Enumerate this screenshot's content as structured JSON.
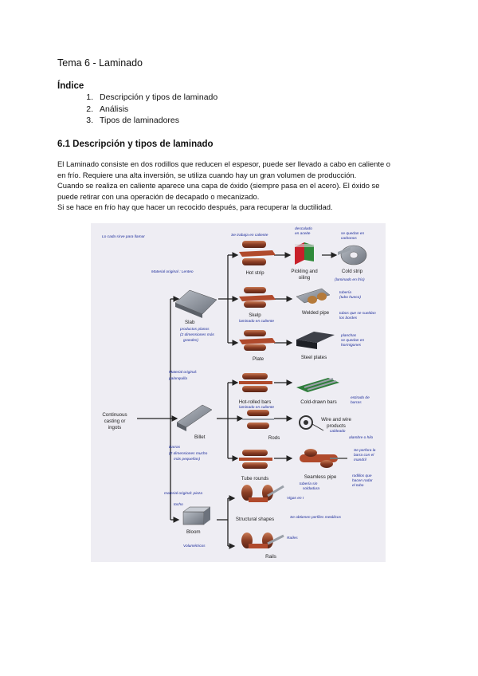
{
  "doc": {
    "title": "Tema  6 - Laminado",
    "index_heading": "Índice",
    "toc": [
      {
        "num": "1.",
        "text": "Descripción y tipos de laminado"
      },
      {
        "num": "2.",
        "text": "Análisis"
      },
      {
        "num": "3.",
        "text": "Tipos de laminadores"
      }
    ],
    "section_heading": "6.1 Descripción y tipos de laminado",
    "paragraph_lines": [
      "El Laminado consiste en dos rodillos que reducen el espesor, puede ser llevado a cabo en caliente o",
      "en frío. Requiere una alta inversión, se utiliza cuando hay un gran volumen de producción.",
      "Cuando se realiza en caliente aparece una capa de óxido (siempre pasa en el acero). El óxido se",
      "puede retirar con una operación de decapado o mecanizado.",
      "Si se hace en frío hay que hacer un recocido después, para recuperar la ductilidad."
    ]
  },
  "figure": {
    "labels": {
      "continuous": [
        "Continuous",
        "casting or",
        "ingots"
      ],
      "slab": "Slab",
      "billet": "Billet",
      "bloom": "Bloom",
      "hot_strip": "Hot strip",
      "pickling": [
        "Pickling and",
        "oiling"
      ],
      "cold_strip": "Cold strip",
      "skelp": "Skelp",
      "welded_pipe": "Welded pipe",
      "plate": "Plate",
      "steel_plates": "Steel plates",
      "hot_rolled_bars": "Hot-rolled bars",
      "cold_drawn_bars": "Cold-drawn bars",
      "rods": "Rods",
      "wire": [
        "Wire and wire",
        "products"
      ],
      "tube_rounds": "Tube rounds",
      "seamless_pipe": "Seamless pipe",
      "structural_shapes": "Structural shapes",
      "rails": "Rails"
    },
    "notes": {
      "top_left": "Lo cada sirve para llamar",
      "hot_work": "Se trabaja en caliente",
      "descaled": [
        "descalado",
        "en aceite"
      ],
      "cold_rolled": [
        "se quedan en",
        "carbonos"
      ],
      "cold_strip_sub": "(laminado en frío)",
      "slab_origin": "Material original : Lenteo",
      "slab_desc": [
        "productos planos",
        "(2 dimensiones más",
        "grandes)"
      ],
      "skelp_sub": "laminado en caliente",
      "pipe_note": [
        "tubería",
        "(tubo hueco)"
      ],
      "pipe_note2": [
        "tubos que se sueldan",
        "los bordes"
      ],
      "plate_note": [
        "planchas",
        "se quedan en",
        "hormigones"
      ],
      "billet_origin": [
        "Material original:",
        "palanquilla"
      ],
      "hot_bars_sub": "laminado en caliente",
      "cold_bars_note": [
        "estirado de",
        "barras"
      ],
      "wire_sub": "cableado",
      "wire_note": "alambre o hilo",
      "billet_desc": [
        "Barras",
        "(2 dimensiones mucho",
        "más pequeñas)"
      ],
      "seamless_note": [
        "Se perfora la",
        "barra con el",
        "mandril"
      ],
      "seamless_sub": [
        "tubería sin",
        "soldadura"
      ],
      "mandrel_note": [
        "rodillos que",
        "hacen rodar",
        "el tubo"
      ],
      "bloom_origin": [
        "material original: pieza",
        "tocho"
      ],
      "bloom_desc": "Volumétricos",
      "ibeam": "Vigas en I",
      "profiles": "Se obtienen perfiles metálicos",
      "rails_note": "Raíles"
    }
  }
}
